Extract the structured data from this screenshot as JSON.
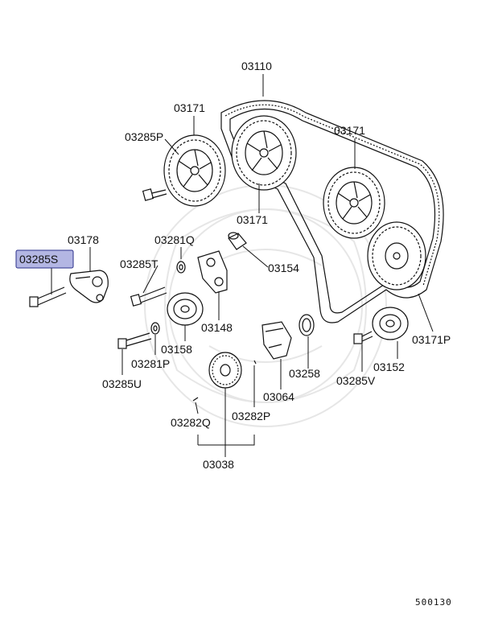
{
  "diagram": {
    "reference_code": "500130",
    "highlighted_part": "03285S",
    "colors": {
      "highlight_fill": "#b3b6e3",
      "highlight_border": "#2a2f8a",
      "line": "#111111"
    },
    "labels": {
      "p03110": "03110",
      "p03171_a": "03171",
      "p03171_b": "03171",
      "p03171_c": "03171",
      "p03171P": "03171P",
      "p03285P": "03285P",
      "p03178": "03178",
      "p03285S": "03285S",
      "p03281Q": "03281Q",
      "p03285T": "03285T",
      "p03154": "03154",
      "p03148": "03148",
      "p03158": "03158",
      "p03281P": "03281P",
      "p03285U": "03285U",
      "p03258": "03258",
      "p03152": "03152",
      "p03285V": "03285V",
      "p03064": "03064",
      "p03282Q": "03282Q",
      "p03282P": "03282P",
      "p03038": "03038"
    }
  }
}
